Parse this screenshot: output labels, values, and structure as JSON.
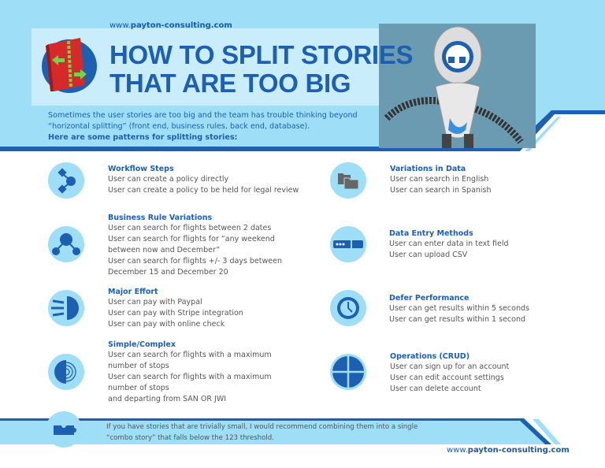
{
  "header": {
    "url_prefix": "www.",
    "url_domain": "payton-consulting.com",
    "title_line1": "HOW TO SPLIT STORIES",
    "title_line2": "THAT ARE TOO BIG",
    "intro": "Sometimes the user stories are too big and the team has trouble thinking beyond “horizontal splitting” (front end, business rules, back end, database).",
    "intro_bold": "Here are some patterns for splitting stories:"
  },
  "patterns_left": [
    {
      "title": "Workflow Steps",
      "icon": "workflow-icon",
      "lines": [
        "User can create a policy directly",
        "User can create a policy to be held for legal review"
      ]
    },
    {
      "title": "Business Rule Variations",
      "icon": "branch-icon",
      "lines": [
        "User can search for flights  between 2 dates",
        "User can search for flights for “any weekend between now and December”",
        "User can search for flights +/- 3 days between December 15 and December 20"
      ]
    },
    {
      "title": "Major Effort",
      "icon": "arrows-into-shape-icon",
      "lines": [
        "User can pay with Paypal",
        "User can pay with Stripe integration",
        "User can pay with online check"
      ]
    },
    {
      "title": "Simple/Complex",
      "icon": "half-circle-maze-icon",
      "lines": [
        "User can search for flights with a maximum number of stops",
        "User can search for flights with a maximum number of stops",
        "and departing from SAN OR JWI"
      ]
    }
  ],
  "patterns_right": [
    {
      "title": "Variations in Data",
      "icon": "folders-icon",
      "lines": [
        "User can search in English",
        "User can search in Spanish"
      ]
    },
    {
      "title": "Data Entry Methods",
      "icon": "password-field-icon",
      "lines": [
        "User can enter data in text field",
        "User can upload CSV"
      ]
    },
    {
      "title": "Defer Performance",
      "icon": "clock-icon",
      "lines": [
        "User can get results within 5 seconds",
        "User can get results within 1 second"
      ]
    },
    {
      "title": "Operations (CRUD)",
      "icon": "quartered-circle-icon",
      "lines": [
        "User can sign up for an account",
        "User can edit account settings",
        "User can delete account"
      ]
    }
  ],
  "footer": {
    "icon": "puzzle-icon",
    "text": "If you have stories that are trivially small, I would recommend combining them into a single “combo story” that falls below the 123 threshold.",
    "url_prefix": "www.",
    "url_domain": "payton-consulting.com"
  },
  "colors": {
    "accent": "#1d5fb0",
    "light": "#9edff7",
    "text": "#555555"
  }
}
